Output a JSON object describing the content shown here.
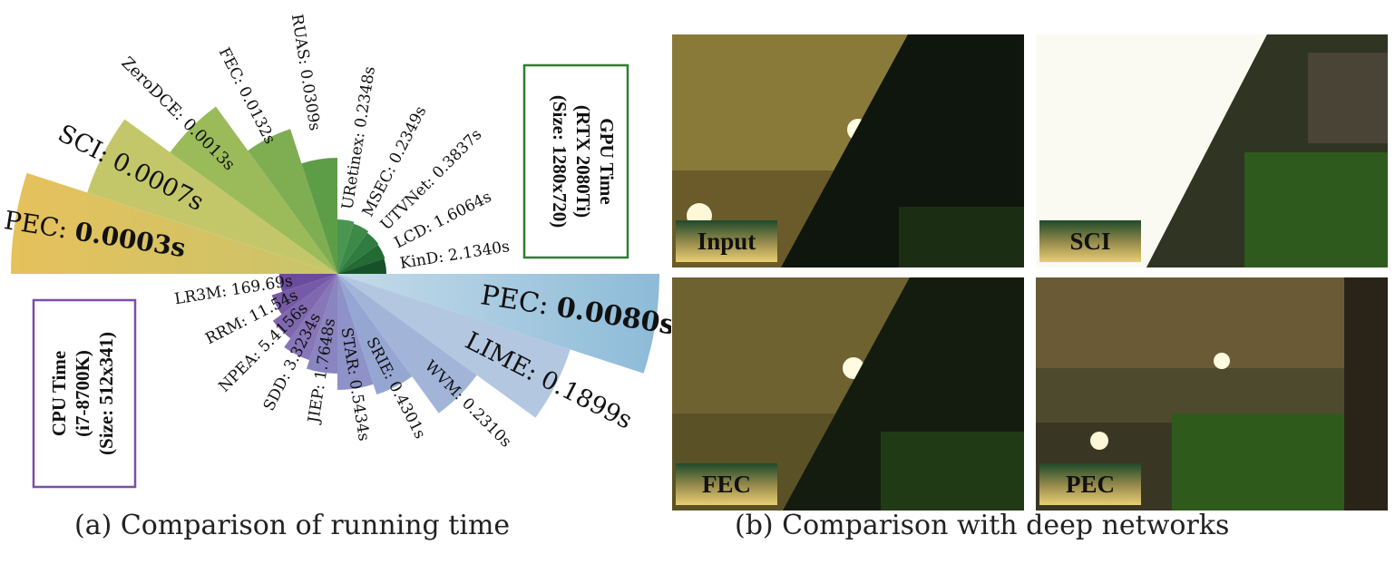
{
  "chart_data": {
    "type": "polar-bar",
    "gpu_box": {
      "title": "GPU Time",
      "device": "(RTX 2080Ti)",
      "size": "(Size: 1280x720)"
    },
    "cpu_box": {
      "title": "CPU Time",
      "device": "(i7-8700K)",
      "size": "(Size: 512x341)"
    },
    "gpu_series": [
      {
        "label": "PEC: ",
        "value": "0.0003s",
        "highlight": true
      },
      {
        "label": "SCI: 0.0007s"
      },
      {
        "label": "ZeroDCE: 0.0013s"
      },
      {
        "label": "FEC: 0.0132s"
      },
      {
        "label": "RUAS: 0.0309s"
      },
      {
        "label": "URetinex: 0.2348s"
      },
      {
        "label": "MSEC: 0.2349s"
      },
      {
        "label": "UTVNet: 0.3837s"
      },
      {
        "label": "LCD: 1.6064s"
      },
      {
        "label": "KinD: 2.1340s"
      }
    ],
    "cpu_series": [
      {
        "label": "PEC: ",
        "value": "0.0080s",
        "highlight": true
      },
      {
        "label": "LIME: 0.1899s"
      },
      {
        "label": "WVM: 0.2310s"
      },
      {
        "label": "SRIE: 0.4301s"
      },
      {
        "label": "STAR: 0.5434s"
      },
      {
        "label": "JIEP: 1.7648s"
      },
      {
        "label": "SDD: 3.3234s"
      },
      {
        "label": "NPEA: 5.4156s"
      },
      {
        "label": "RRM: 11.54s"
      },
      {
        "label": "LR3M: 169.69s"
      }
    ]
  },
  "caption_a": "(a) Comparison of running time",
  "caption_b": "(b) Comparison with deep networks",
  "panels": [
    "Input",
    "SCI",
    "FEC",
    "PEC"
  ],
  "colors": {
    "gpu_box": "#2e7d32",
    "cpu_box": "#7b4ea3",
    "label_bg_top": "#1f4a2a",
    "label_bg_bottom": "#e9cf73"
  }
}
